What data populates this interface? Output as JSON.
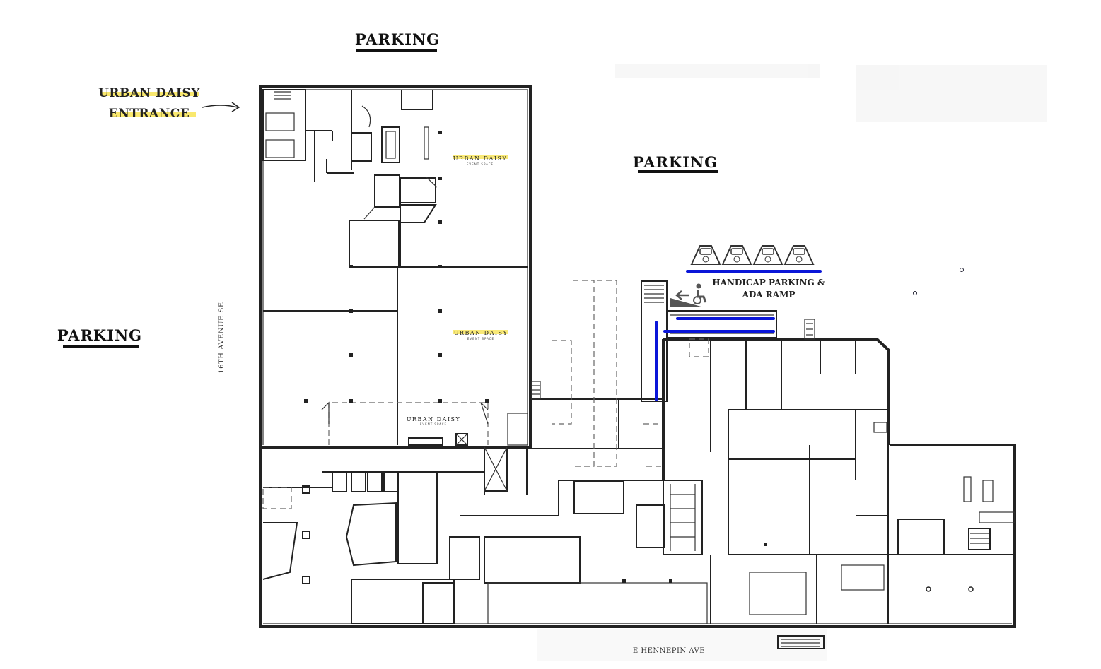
{
  "labels": {
    "parking_top": "PARKING",
    "parking_right": "PARKING",
    "parking_left": "PARKING",
    "entrance_line1": "URBAN DAISY",
    "entrance_line2": "ENTRANCE",
    "venue_name": "URBAN DAISY",
    "venue_sub": "EVENT SPACE",
    "ada_line1": "HANDICAP PARKING &",
    "ada_line2": "ADA RAMP",
    "street_west": "16TH AVENUE SE",
    "street_south": "E HENNEPIN AVE"
  },
  "colors": {
    "highlight": "#f7e24a",
    "ada_blue": "#0a16d8",
    "walls": "#222222"
  },
  "icons": {
    "accessible_spaces": "car-with-wheelchair-icon",
    "ramp_user": "wheelchair-user-icon",
    "entrance_pointer": "arrow-right-icon"
  }
}
